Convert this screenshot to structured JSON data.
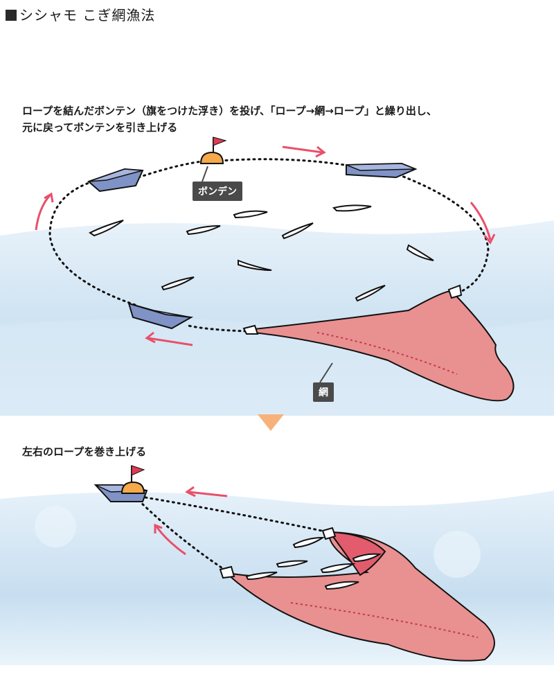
{
  "title": "シシャモ こぎ網漁法",
  "step1": {
    "line1": "ロープを結んだボンテン（旗をつけた浮き）を投げ、「ロープ→網→ロープ」と繰り出し、",
    "line2": "元に戻ってボンテンを引き上げる"
  },
  "step2": {
    "caption": "左右のロープを巻き上げる"
  },
  "labels": {
    "bonden": "ボンデン",
    "net": "網"
  },
  "colors": {
    "water": "#cfe3f2",
    "water_dark": "#a9cde8",
    "boat": "#7f93c6",
    "net": "#e99090",
    "net_inner": "#e25c6e",
    "arrow": "#e8506a",
    "buoy": "#f4a94a",
    "flag": "#e03b54",
    "down_arrow": "#f6b27a"
  },
  "icons": [
    "boat-icon",
    "buoy-icon",
    "fish-icon",
    "arrow-icon",
    "net-icon"
  ]
}
